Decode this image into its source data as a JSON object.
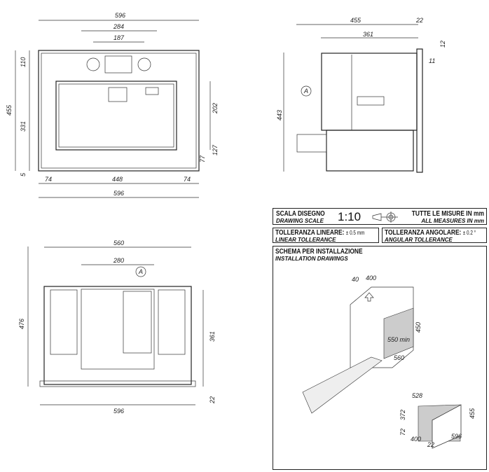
{
  "front_view": {
    "dims": [
      "596",
      "284",
      "187",
      "110",
      "455",
      "331",
      "5",
      "202",
      "127",
      "77",
      "74",
      "448",
      "74",
      "596"
    ]
  },
  "side_view": {
    "dims": [
      "455",
      "22",
      "361",
      "12",
      "11",
      "443"
    ],
    "callout": "A"
  },
  "top_view": {
    "dims": [
      "560",
      "280",
      "476",
      "361",
      "22",
      "596"
    ],
    "callout": "A"
  },
  "title_block": {
    "scale_label": "SCALA DISEGNO",
    "scale_label_en": "DRAWING SCALE",
    "scale_value": "1:10",
    "measures_label": "TUTTE LE MISURE IN mm",
    "measures_label_en": "ALL MEASURES IN mm",
    "linear_tol_label": "TOLLERANZA LINEARE:",
    "linear_tol_value": "± 0.5 mm",
    "linear_tol_en": "LINEAR TOLLERANCE",
    "angular_tol_label": "TOLLERANZA ANGOLARE:",
    "angular_tol_value": "± 0.2 °",
    "angular_tol_en": "ANGULAR TOLLERANCE",
    "install_label": "SCHEMA PER INSTALLAZIONE",
    "install_label_en": "INSTALLATION DRAWINGS"
  },
  "install_cabinet": {
    "dims": [
      "40",
      "400",
      "450",
      "550 min",
      "560"
    ]
  },
  "install_appliance": {
    "dims": [
      "528",
      "372",
      "455",
      "72",
      "400",
      "22",
      "596"
    ]
  }
}
